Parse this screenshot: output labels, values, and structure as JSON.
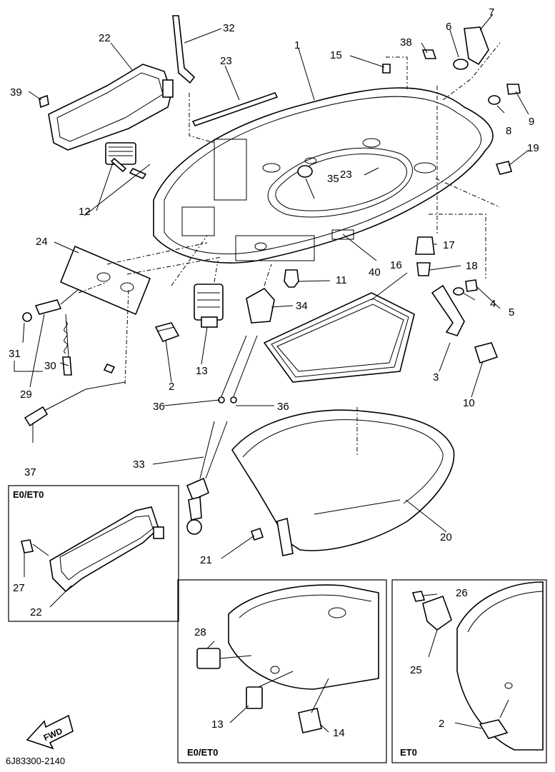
{
  "part_numbers": {
    "p1": "1",
    "p2": "2",
    "p2b": "2",
    "p3": "3",
    "p4": "4",
    "p5": "5",
    "p6": "6",
    "p7": "7",
    "p8": "8",
    "p9": "9",
    "p10": "10",
    "p11": "11",
    "p12": "12",
    "p13": "13",
    "p13b": "13",
    "p14": "14",
    "p15": "15",
    "p16": "16",
    "p17": "17",
    "p18": "18",
    "p19": "19",
    "p20": "20",
    "p21": "21",
    "p22": "22",
    "p22b": "22",
    "p23": "23",
    "p23b": "23",
    "p24": "24",
    "p25": "25",
    "p26": "26",
    "p27": "27",
    "p28": "28",
    "p29": "29",
    "p30": "30",
    "p31": "31",
    "p32": "32",
    "p33": "33",
    "p34": "34",
    "p35": "35",
    "p36": "36",
    "p36b": "36",
    "p37": "37",
    "p38": "38",
    "p39": "39",
    "p40": "40"
  },
  "inset_left": {
    "label": "E0/ET0"
  },
  "inset_middle": {
    "label": "E0/ET0"
  },
  "inset_right": {
    "label": "ET0"
  },
  "fwd_arrow": {
    "label": "FWD"
  },
  "drawing_code": "6J83300-2140"
}
